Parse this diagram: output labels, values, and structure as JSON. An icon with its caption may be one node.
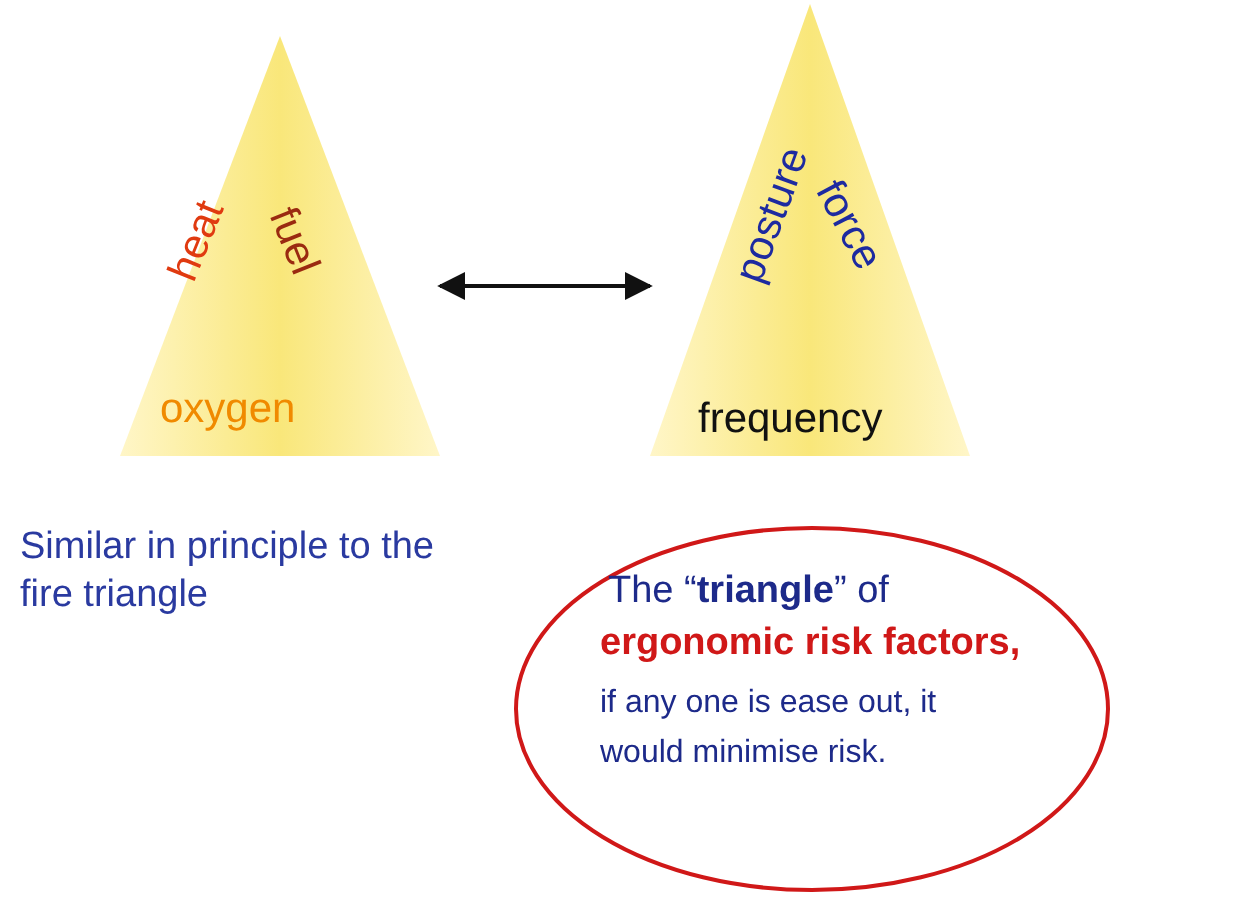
{
  "diagram": {
    "nodes": [
      {
        "text": [
          "heat",
          "fuel",
          "oxygen"
        ]
      },
      {
        "text": [
          "posture",
          "force",
          "frequency"
        ]
      },
      {
        "text": [
          "The “**triangle**” of",
          "ergonomic risk factors,",
          "if any one is ease out, it would minimise risk."
        ]
      }
    ],
    "edges": [
      {
        "from": 0,
        "to": 1,
        "arrow": "both"
      }
    ],
    "labels": [
      "Similar in principle to the fire triangle"
    ]
  }
}
